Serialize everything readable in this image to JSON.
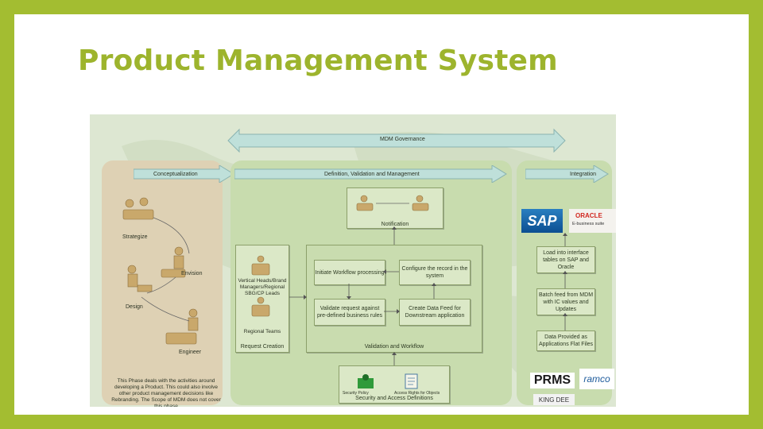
{
  "slide": {
    "title": "Product Management System"
  },
  "diagram": {
    "governance": "MDM Governance",
    "conceptualization": {
      "header": "Conceptualization",
      "roles": [
        "Strategize",
        "Envision",
        "Design",
        "Engineer"
      ],
      "note": "This Phase deals with the activities around developing a Product. This could also involve other product management decisions like Rebranding. The Scope of MDM does not cover this phase"
    },
    "definition": {
      "header": "Definition, Validation and Management",
      "notification": "Notification",
      "request_creation": {
        "label": "Request Creation",
        "roles": [
          "Vertical Heads/Brand Managers/Regional SBG/CP Leads",
          "Regional Teams"
        ]
      },
      "validation": {
        "label": "Validation and Workflow",
        "steps": [
          "Initiate Workflow processing",
          "Configure the record in the system",
          "Validate request against pre-defined business rules",
          "Create Data Feed for Downstream application"
        ]
      },
      "security": {
        "label": "Security and Access Definitions",
        "items": [
          "Security Policy",
          "Access Rights for Objects"
        ]
      }
    },
    "integration": {
      "header": "Integration",
      "steps": [
        "Load into interface tables on SAP and Oracle",
        "Batch feed from MDM with IC values and Updates",
        "Data Provided as Applications Flat Files"
      ],
      "logos": {
        "sap": "SAP",
        "oracle": "ORACLE",
        "oracle_sub": "E-business suite",
        "prms": "PRMS",
        "ramco": "ramco",
        "kingdee": "KING DEE"
      }
    }
  },
  "colors": {
    "accent": "#9db42d",
    "frame": "#a3bd31",
    "arrow": "#bfe0da",
    "panel": "#c8dcae"
  }
}
